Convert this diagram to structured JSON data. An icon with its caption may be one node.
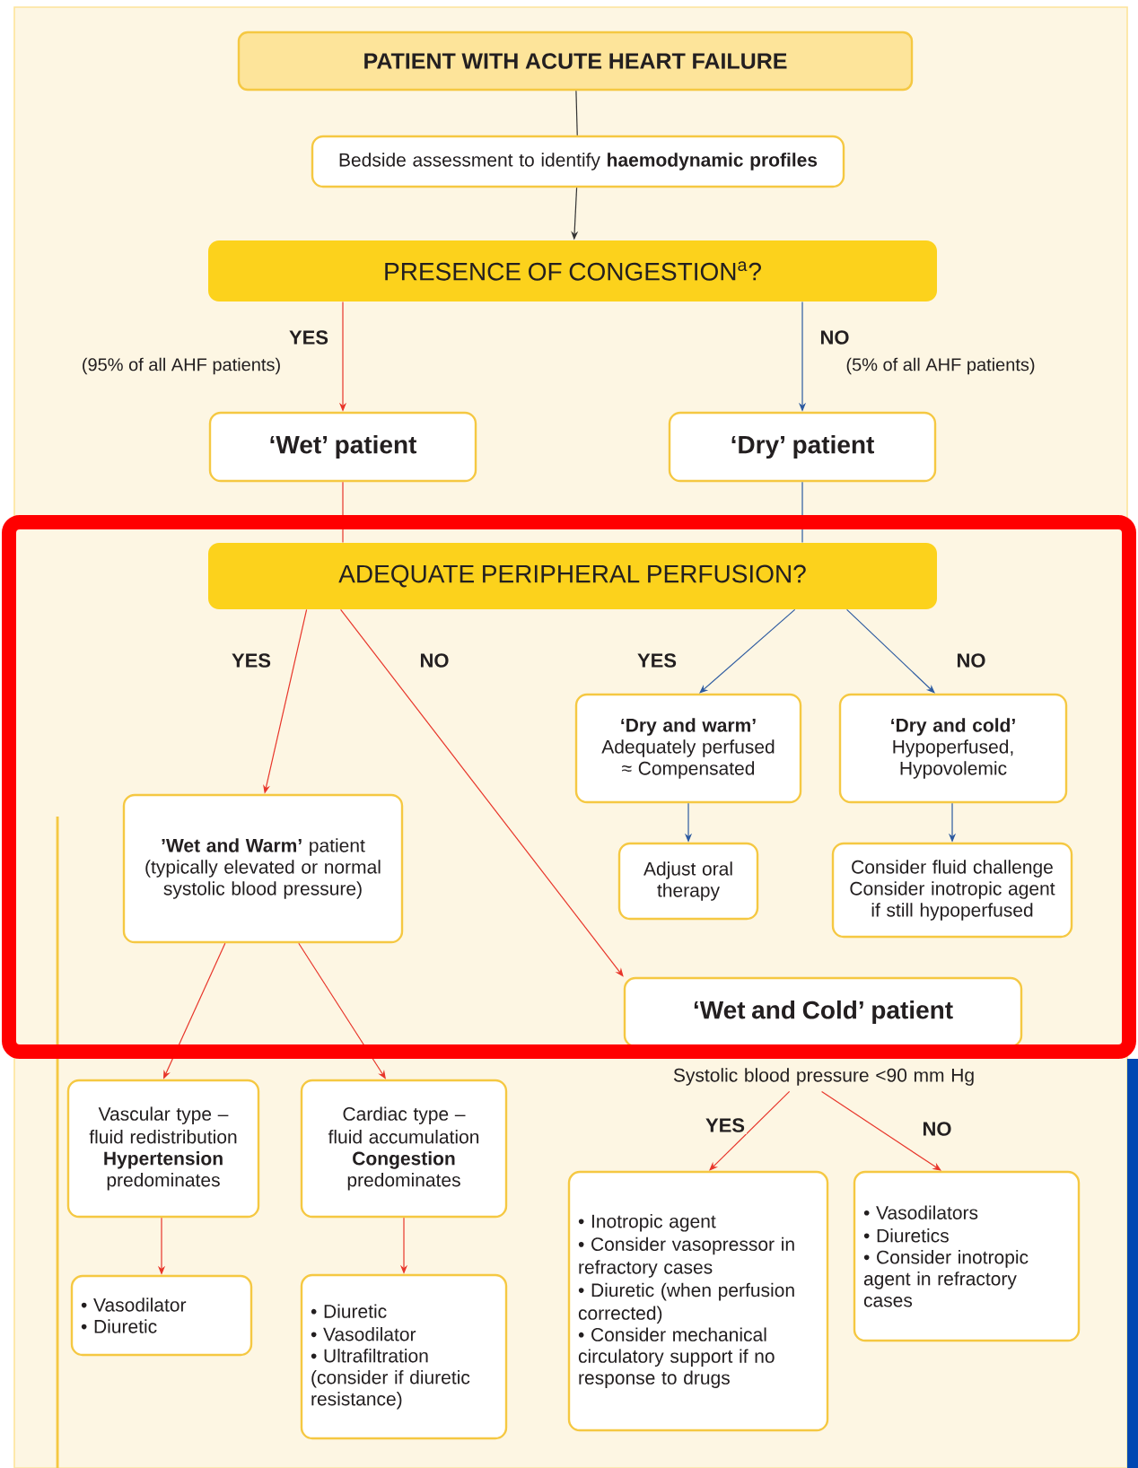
{
  "diagram": {
    "nodes": [
      {
        "text": [
          "PATIENT WITH ACUTE HEART FAILURE"
        ]
      },
      {
        "text": [
          "Bedside assessment to identify **haemodynamic profiles**"
        ]
      },
      {
        "text": [
          "PRESENCE OF CONGESTION$^{a}$?"
        ]
      },
      {
        "text": [
          "‘Wet’ patient"
        ]
      },
      {
        "text": [
          "‘Dry’ patient"
        ]
      },
      {
        "text": [
          "ADEQUATE PERIPHERAL PERFUSION?"
        ]
      },
      {
        "text": [
          "‘Dry and warm’",
          "Adequately perfused ≈ Compensated"
        ]
      },
      {
        "text": [
          "‘Dry and cold’",
          "Hypoperfused, Hypovolemic"
        ]
      },
      {
        "text": [
          "**’Wet and Warm’** patient (typically elevated or normal systolic blood pressure)"
        ]
      },
      {
        "text": [
          "Adjust oral therapy"
        ]
      },
      {
        "text": [
          "Consider fluid challenge Consider inotropic agent if still hypoperfused"
        ]
      },
      {
        "text": [
          "‘Wet and Cold’ patient"
        ]
      },
      {
        "text": [
          "Systolic blood pressure <90 mm Hg"
        ]
      },
      {
        "text": [
          "Vascular type – fluid redistribution",
          "**Hypertension** predominates"
        ]
      },
      {
        "text": [
          "Cardiac type – fluid accumulation",
          "**Congestion** predominates"
        ]
      },
      {
        "text": [
          "• Vasodilator",
          "• Diuretic"
        ]
      },
      {
        "text": [
          "• Diuretic",
          "• Vasodilator",
          "• Ultrafiltration (consider if diuretic resistance)"
        ]
      },
      {
        "text": [
          "• Inotropic agent",
          "• Consider vasopressor in refractory cases",
          "• Diuretic (when perfusion corrected)",
          "• Consider mechanical circulatory support if no response to drugs"
        ]
      },
      {
        "text": [
          "• Vasodilators",
          "• Diuretics",
          "• Consider inotropic agent in refractory cases"
        ]
      }
    ],
    "edges": [
      {
        "from": 0,
        "to": 1,
        "arrow": "none",
        "color": "#333333"
      },
      {
        "from": 1,
        "to": 2,
        "arrow": "to",
        "color": "#333333"
      },
      {
        "from": 2,
        "to": 3,
        "arrow": "to",
        "label": "YES"
      },
      {
        "from": 2,
        "to": 4,
        "arrow": "to",
        "label": "NO",
        "color": "#2c5aa0"
      },
      {
        "from": 3,
        "to": 5,
        "arrow": "none"
      },
      {
        "from": 4,
        "to": 5,
        "arrow": "none",
        "color": "#2c5aa0"
      },
      {
        "from": 5,
        "to": 8,
        "arrow": "to",
        "label": "YES"
      },
      {
        "from": 5,
        "to": 11,
        "arrow": "to",
        "label": "NO"
      },
      {
        "from": 5,
        "to": 6,
        "arrow": "to",
        "label": "YES",
        "color": "#2c5aa0"
      },
      {
        "from": 5,
        "to": 7,
        "arrow": "to",
        "label": "NO",
        "color": "#2c5aa0"
      },
      {
        "from": 6,
        "to": 9,
        "arrow": "to",
        "color": "#2c5aa0"
      },
      {
        "from": 7,
        "to": 10,
        "arrow": "to",
        "color": "#2c5aa0"
      },
      {
        "from": 8,
        "to": 13,
        "arrow": "to"
      },
      {
        "from": 8,
        "to": 14,
        "arrow": "to"
      },
      {
        "from": 12,
        "to": 17,
        "arrow": "to",
        "label": "YES"
      },
      {
        "from": 12,
        "to": 18,
        "arrow": "to",
        "label": "NO"
      },
      {
        "from": 13,
        "to": 15,
        "arrow": "to"
      },
      {
        "from": 14,
        "to": 16,
        "arrow": "to"
      }
    ],
    "labels": [
      "(95% of all AHF patients)",
      "(5% of all AHF patients)"
    ]
  }
}
